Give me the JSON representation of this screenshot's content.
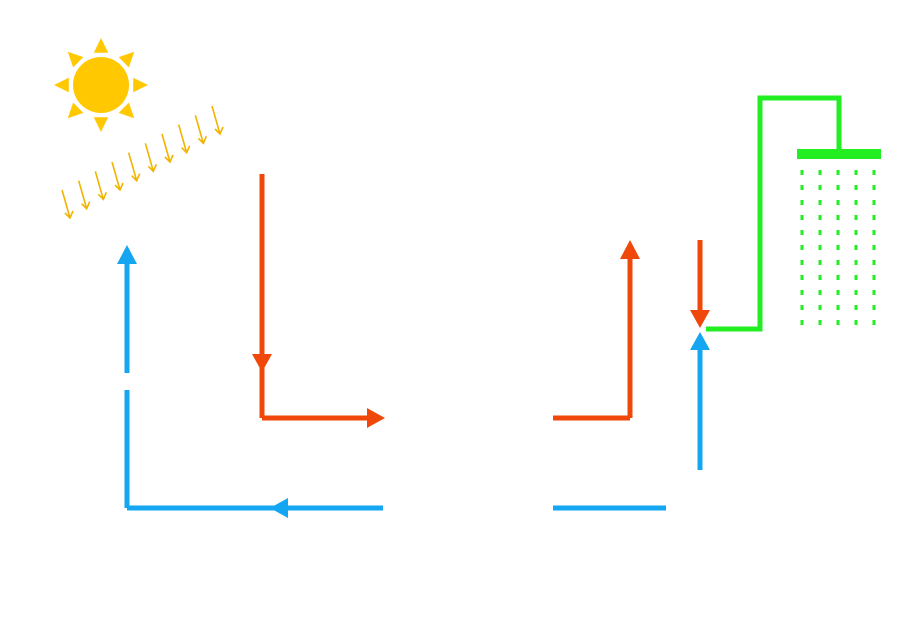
{
  "diagram": {
    "type": "solar-water-heating-flow",
    "colors": {
      "background": "#ffffff",
      "sun": "#FFC800",
      "sun_rays": "#F0B400",
      "hot_flow": "#F0480A",
      "cold_flow": "#14A6F0",
      "shower": "#22EE22"
    },
    "elements": {
      "sun": "sun-icon",
      "sunlight": "sunlight-rays",
      "hot_pipe_left": "hot-water-pipe",
      "cold_pipe_left": "cold-water-pipe",
      "hot_pipe_right": "hot-water-outlet-pipe",
      "cold_pipe_right": "cold-water-inlet-pipe",
      "shower": "shower-head-icon"
    },
    "sunlight_ray_count": 10,
    "shower_spray_columns": 5
  }
}
